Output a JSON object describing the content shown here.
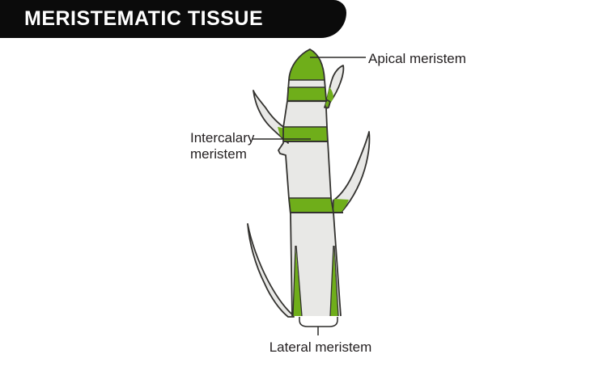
{
  "banner": {
    "title": "MERISTEMATIC TISSUE"
  },
  "diagram": {
    "labels": {
      "apical": "Apical meristem",
      "intercalary_line1": "Intercalary",
      "intercalary_line2": "meristem",
      "lateral": "Lateral meristem"
    },
    "colors": {
      "meristem_green": "#6FAE1A",
      "tissue_gray": "#E8E8E6",
      "outline": "#33322F",
      "label_text": "#231F20",
      "banner_bg": "#0B0B0B",
      "banner_text": "#FFFFFF"
    }
  }
}
